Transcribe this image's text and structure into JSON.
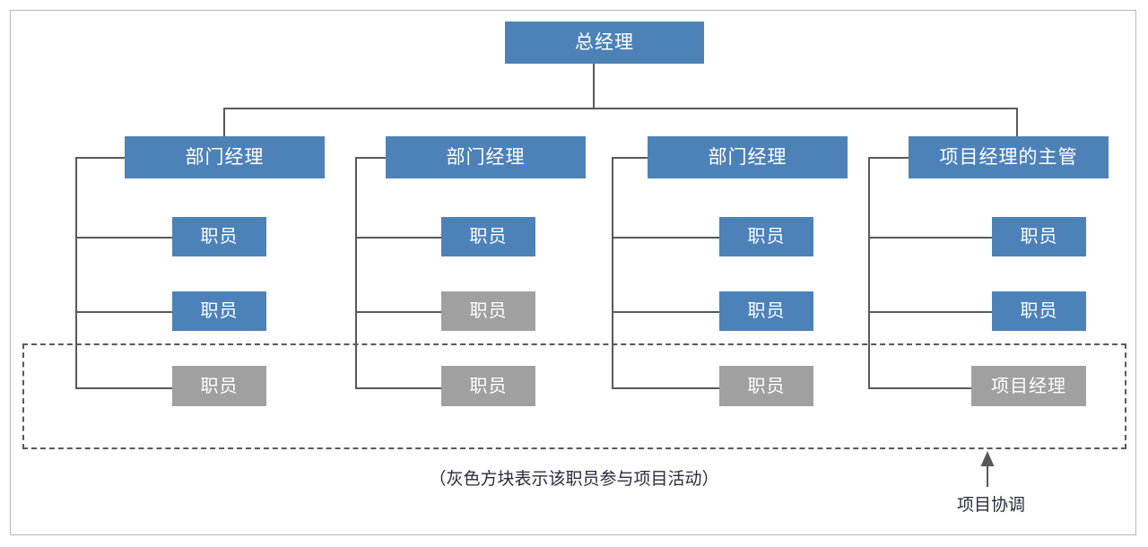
{
  "diagram": {
    "title_node": {
      "label": "总经理",
      "color": "#4d82b8"
    },
    "columns": [
      {
        "header": {
          "label": "部门经理",
          "color": "#4d82b8"
        },
        "rows": [
          {
            "label": "职员",
            "color": "#4d82b8",
            "in_project": false
          },
          {
            "label": "职员",
            "color": "#4d82b8",
            "in_project": false
          },
          {
            "label": "职员",
            "color": "#a0a0a0",
            "in_project": true
          }
        ]
      },
      {
        "header": {
          "label": "部门经理",
          "color": "#4d82b8"
        },
        "rows": [
          {
            "label": "职员",
            "color": "#4d82b8",
            "in_project": false
          },
          {
            "label": "职员",
            "color": "#a0a0a0",
            "in_project": true
          },
          {
            "label": "职员",
            "color": "#a0a0a0",
            "in_project": true
          }
        ]
      },
      {
        "header": {
          "label": "部门经理",
          "color": "#4d82b8"
        },
        "rows": [
          {
            "label": "职员",
            "color": "#4d82b8",
            "in_project": false
          },
          {
            "label": "职员",
            "color": "#4d82b8",
            "in_project": false
          },
          {
            "label": "职员",
            "color": "#a0a0a0",
            "in_project": true
          }
        ]
      },
      {
        "header": {
          "label": "项目经理的主管",
          "color": "#4d82b8"
        },
        "rows": [
          {
            "label": "职员",
            "color": "#4d82b8",
            "in_project": false
          },
          {
            "label": "职员",
            "color": "#4d82b8",
            "in_project": false
          },
          {
            "label": "项目经理",
            "color": "#a0a0a0",
            "in_project": true
          }
        ]
      }
    ],
    "caption": "（灰色方块表示该职员参与项目活动）",
    "annotation": {
      "label": "项目协调"
    },
    "colors": {
      "node_blue": "#4d82b8",
      "node_gray": "#a0a0a0",
      "connector": "#595959",
      "frame": "#b7b7b7",
      "text_dark": "#2b2b3c"
    }
  }
}
